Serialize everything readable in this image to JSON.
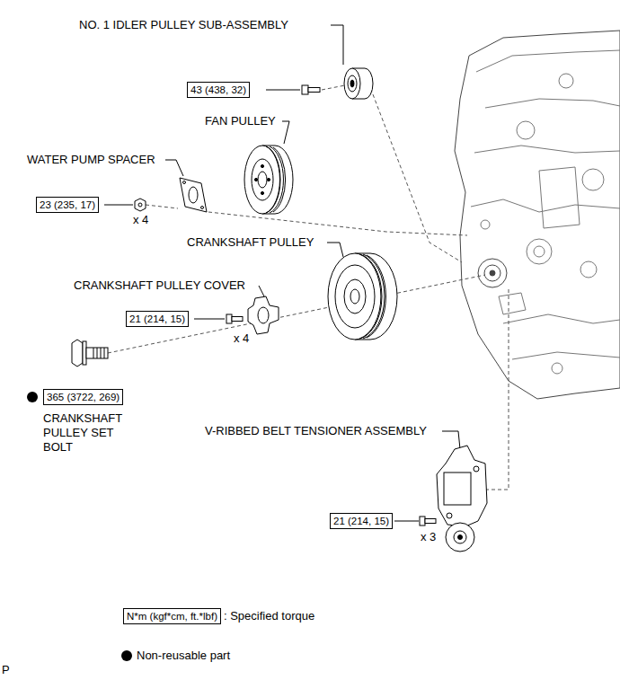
{
  "diagram": {
    "nodes": [
      {
        "text": [
          "43 (438, 32)"
        ]
      },
      {
        "text": [
          "23 (235, 17)"
        ]
      },
      {
        "text": [
          "21 (214, 15)"
        ]
      },
      {
        "text": [
          "365 (3722, 269)"
        ]
      },
      {
        "text": [
          "21 (214, 15)"
        ]
      },
      {
        "text": [
          "N*m (kgf*cm, ft.*lbf)"
        ]
      }
    ],
    "labels": [
      "NO. 1 IDLER PULLEY SUB-ASSEMBLY",
      "FAN PULLEY",
      "WATER PUMP SPACER",
      "x 4",
      "CRANKSHAFT PULLEY",
      "CRANKSHAFT PULLEY COVER",
      "x 4",
      "CRANKSHAFT PULLEY SET BOLT",
      "V-RIBBED BELT TENSIONER ASSEMBLY",
      "x 3",
      "P"
    ],
    "legend": [
      {
        "text": ": Specified torque"
      },
      {
        "text": "Non-reusable part"
      }
    ]
  }
}
